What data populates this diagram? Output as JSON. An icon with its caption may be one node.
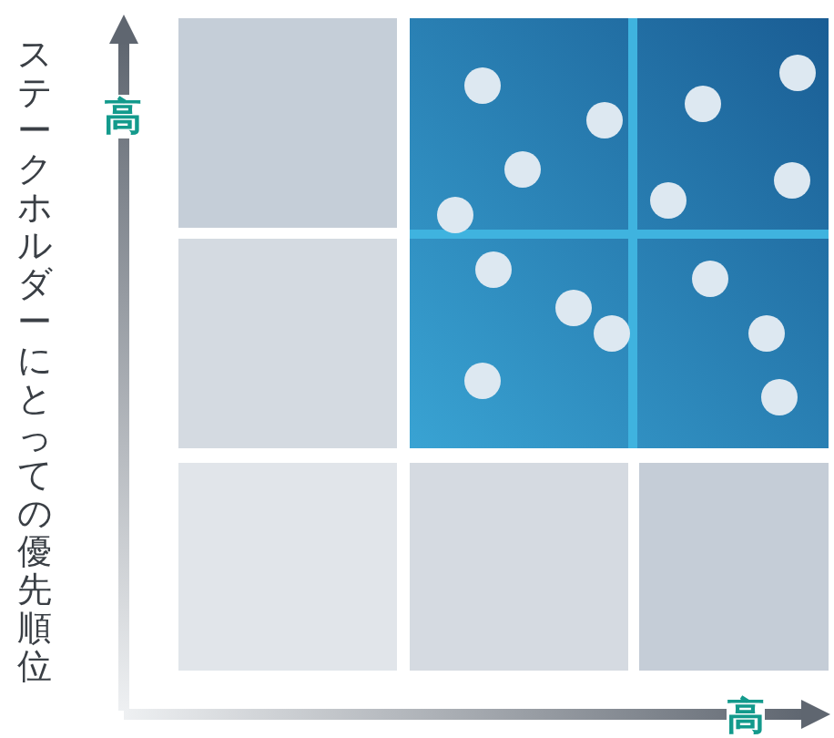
{
  "diagram": {
    "labels": [
      "ステークホルダーにとっての優先順位",
      "高",
      "高"
    ]
  }
}
